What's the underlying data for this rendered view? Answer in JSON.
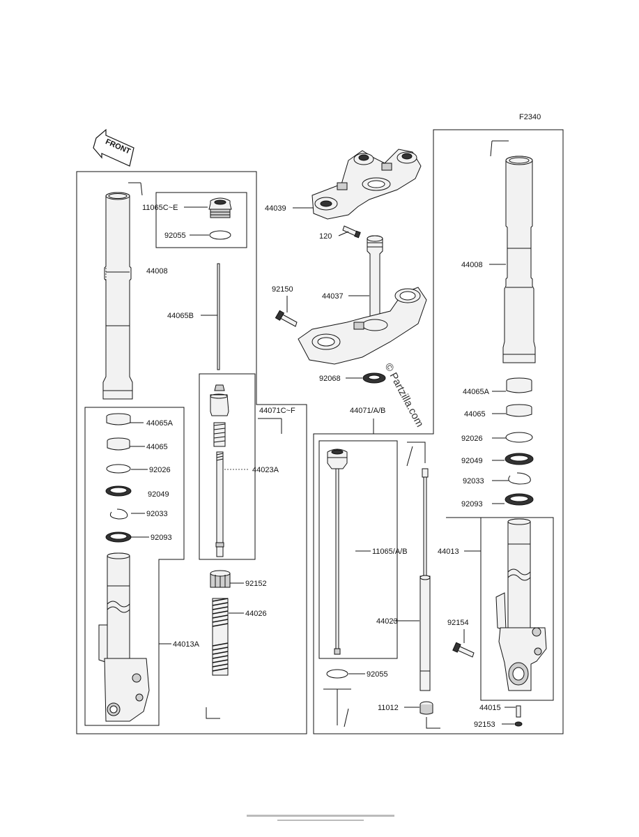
{
  "figure_id": "F2340",
  "front_label": "FRONT",
  "watermark": "© Partzilla.com",
  "footer_lines": [
    "",
    ""
  ],
  "labels": {
    "l_11065ce": "11065C~E",
    "l_92055_top": "92055",
    "l_44008_left": "44008",
    "l_44065b": "44065B",
    "l_44071cf": "44071C~F",
    "l_44065a_left": "44065A",
    "l_44065_left": "44065",
    "l_92026_left": "92026",
    "l_92049_left": "92049",
    "l_92033_left": "92033",
    "l_92093_left": "92093",
    "l_44023a": "44023A",
    "l_92152": "92152",
    "l_44026": "44026",
    "l_44013a": "44013A",
    "l_44039": "44039",
    "l_120": "120",
    "l_92150": "92150",
    "l_44037": "44037",
    "l_92068": "92068",
    "l_44071ab": "44071/A/B",
    "l_11065ab": "11065/A/B",
    "l_44023": "44023",
    "l_92055_bot": "92055",
    "l_11012": "11012",
    "l_44008_right": "44008",
    "l_44065a_right": "44065A",
    "l_44065_right": "44065",
    "l_92026_right": "92026",
    "l_92049_right": "92049",
    "l_92033_right": "92033",
    "l_92093_right": "92093",
    "l_44013": "44013",
    "l_92154": "92154",
    "l_44015": "44015",
    "l_92153": "92153"
  }
}
